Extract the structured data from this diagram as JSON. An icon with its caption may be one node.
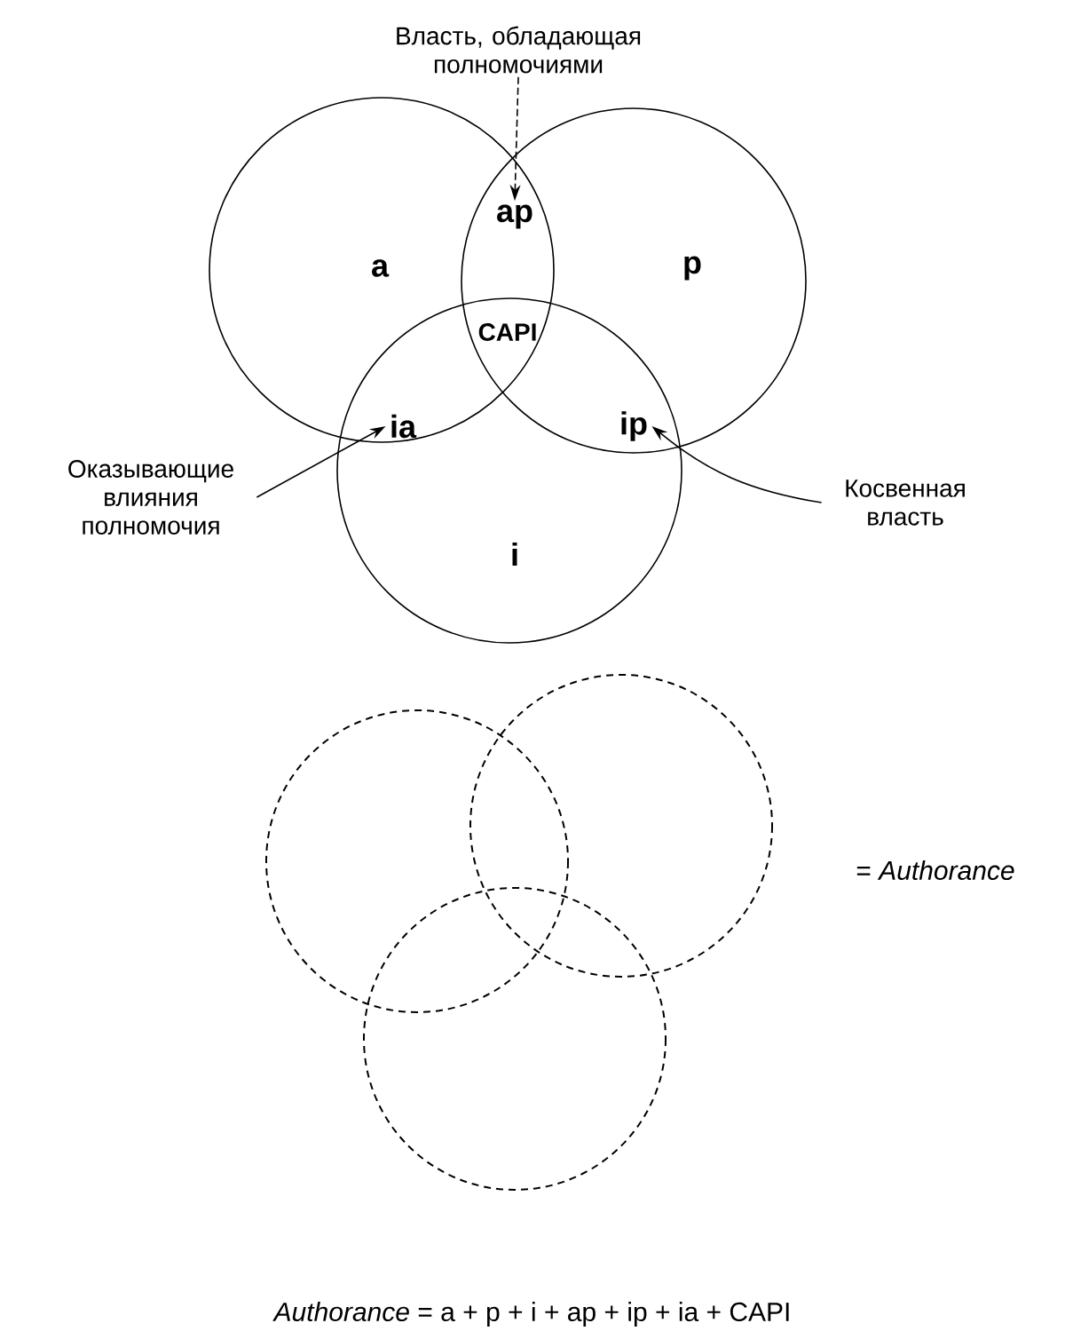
{
  "diagram": {
    "nodes": [
      {
        "text": [
          "Власть, обладающая полномочиями"
        ]
      },
      {
        "text": [
          "ap"
        ]
      },
      {
        "text": [
          "Оказывающие влияния полномочия"
        ]
      },
      {
        "text": [
          "ia"
        ]
      },
      {
        "text": [
          "Косвенная власть"
        ]
      },
      {
        "text": [
          "ip"
        ]
      }
    ],
    "edges": [
      {
        "from": 0,
        "to": 1,
        "arrow": "to",
        "style": "dashed"
      },
      {
        "from": 2,
        "to": 3,
        "arrow": "to"
      },
      {
        "from": 4,
        "to": 5,
        "arrow": "to"
      }
    ],
    "labels": [
      "a",
      "p",
      "CAPI",
      "i",
      "= *Authorance*",
      "*Authorance* = a + p + i + ap + ip + ia + CAPI"
    ]
  }
}
